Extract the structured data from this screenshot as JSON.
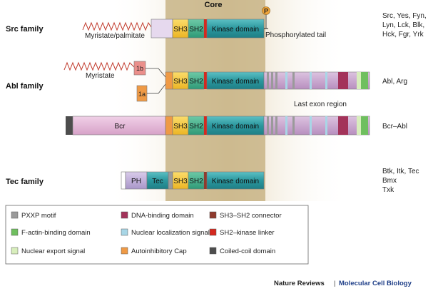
{
  "header": {
    "core_label": "Core",
    "phospho_symbol": "P"
  },
  "families": [
    {
      "name": "Src family",
      "members": [
        "Src, Yes, Fyn,",
        "Lyn, Lck, Blk,",
        "Hck, Fgr, Yrk"
      ]
    },
    {
      "name": "Abl family",
      "members": [
        "Abl, Arg"
      ]
    },
    {
      "name": "",
      "members": [
        "Bcr–Abl"
      ]
    },
    {
      "name": "Tec family",
      "members": [
        "Btk, Itk, Tec",
        "Bmx",
        "Txk"
      ]
    }
  ],
  "annotations": {
    "src_lipid": "Myristate/palmitate",
    "phosphorylated_tail": "Phosphorylated tail",
    "abl_lipid": "Myristate",
    "isoform_1b": "1b",
    "isoform_1a": "1a",
    "last_exon_region": "Last exon region"
  },
  "domains": {
    "sh3": "SH3",
    "sh2": "SH2",
    "kinase": "Kinase domain",
    "bcr": "Bcr",
    "ph": "PH",
    "tec": "Tec"
  },
  "legend": [
    {
      "label": "PXXP motif",
      "color": "#9a9a9a"
    },
    {
      "label": "DNA-binding domain",
      "color": "#a3335a"
    },
    {
      "label": "SH3–SH2 connector",
      "color": "#8f3b2e"
    },
    {
      "label": "F-actin-binding domain",
      "color": "#6fbf5f"
    },
    {
      "label": "Nuclear localization signal",
      "color": "#a8d6e6"
    },
    {
      "label": "SH2–kinase linker",
      "color": "#d4291f"
    },
    {
      "label": "Nuclear export signal",
      "color": "#d8eebc"
    },
    {
      "label": "Autoinhibitory Cap",
      "color": "#ef9a45"
    },
    {
      "label": "Coiled-coil domain",
      "color": "#4d4d4d"
    }
  ],
  "credit": {
    "journal": "Nature Reviews",
    "separator": "|",
    "subject": "Molecular Cell Biology"
  },
  "colors": {
    "core_band": "#cdbb95",
    "sh3": "#f4c534",
    "sh2": "#3fae8c",
    "kinase": "#2e9aa0",
    "bcr": "#e5b8d8",
    "ph": "#c4b4dc",
    "tec": "#2e9aa0",
    "lipid": "#c0392b",
    "cap": "#ef9a45",
    "tail": "#c9a3cf",
    "phospho": "#f0a53a"
  }
}
